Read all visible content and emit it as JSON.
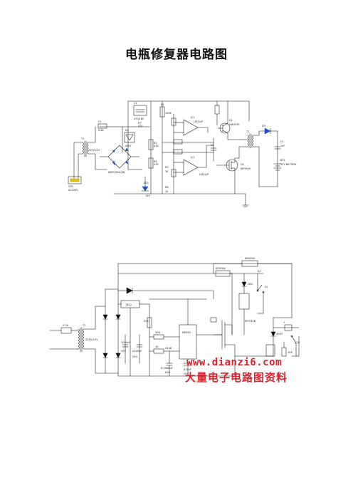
{
  "page": {
    "title": "电瓶修复器电路图"
  },
  "diagram1": {
    "labels": {
      "c1": "C1",
      "c1v": "470/16V",
      "r1": "R1",
      "r1v": "100K",
      "d1": "D1",
      "d1v": "4007",
      "r7": "R7",
      "r7v": "470",
      "t1": "T1",
      "t1v": "220V/12V",
      "f1": "F1",
      "f1v": "0.5A",
      "bridge": "KBPC2504/JIN",
      "ic1": "IC1",
      "ic1p": "LM311P",
      "q1": "Q1",
      "q1v": "MJE2955",
      "t2": "T2",
      "d3": "D3",
      "r2": "R2",
      "r2v": "47K",
      "r3": "R3",
      "r3v": "47K",
      "c2": "C2",
      "ic2": "IC2",
      "ic2p": "LM311P",
      "q2": "Q2",
      "q2v": "IRF9540",
      "zd": "ZD1",
      "zdv": "10V",
      "bat": "BT1",
      "batv": "12V BATTERY",
      "plug": "CN1",
      "plugv": "AC240V",
      "c3": "C3",
      "c3v": "1uF",
      "r9": "R9",
      "r9v": "1K",
      "r6": "R6",
      "r6v": "1K"
    }
  },
  "diagram2": {
    "labels": {
      "fuse": "0.5A",
      "t1": "T1",
      "t1v": "220V/12V",
      "reg": "7812",
      "r_top": "680/5W",
      "r_mid": "820/5W",
      "led": "LED",
      "k1": "K1",
      "c1": "1000uF",
      "c1v": "25V",
      "c2": "2200uF",
      "c2v": "25V",
      "r1": "20K",
      "r2": "10K",
      "ic": "NE555",
      "c3": "0.0068uF",
      "c3v": "63V",
      "d1": "4148",
      "r3": "1K",
      "c4": "470uF",
      "c4v": "25V",
      "tr": "IRFZ44N",
      "dout": "4007",
      "rl": "10K",
      "out": "12V",
      "k2": "S1",
      "plus": "+",
      "minus": "-"
    }
  },
  "watermark": {
    "url": "www.dianzi6.com",
    "text": "大量电子电路图资料"
  }
}
